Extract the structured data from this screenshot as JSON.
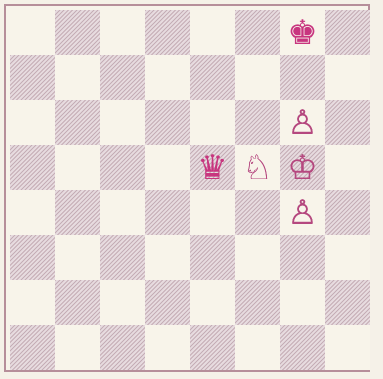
{
  "board": {
    "size": 8,
    "pieces": [
      {
        "row": 0,
        "col": 6,
        "glyph": "♚",
        "color": "black",
        "name": "black-king"
      },
      {
        "row": 2,
        "col": 6,
        "glyph": "♙",
        "color": "white",
        "name": "white-pawn"
      },
      {
        "row": 3,
        "col": 4,
        "glyph": "♛",
        "color": "black",
        "name": "black-queen"
      },
      {
        "row": 3,
        "col": 5,
        "glyph": "♘",
        "color": "white",
        "name": "white-knight"
      },
      {
        "row": 3,
        "col": 6,
        "glyph": "♔",
        "color": "white",
        "name": "white-king"
      },
      {
        "row": 4,
        "col": 6,
        "glyph": "♙",
        "color": "white",
        "name": "white-pawn"
      }
    ]
  },
  "colors": {
    "black_pieces": "#c8357f",
    "white_pieces": "#b5487f",
    "light_square": "#f8f4ea",
    "dark_square_hatch": "#966e7d",
    "frame": "#b68e9a"
  }
}
